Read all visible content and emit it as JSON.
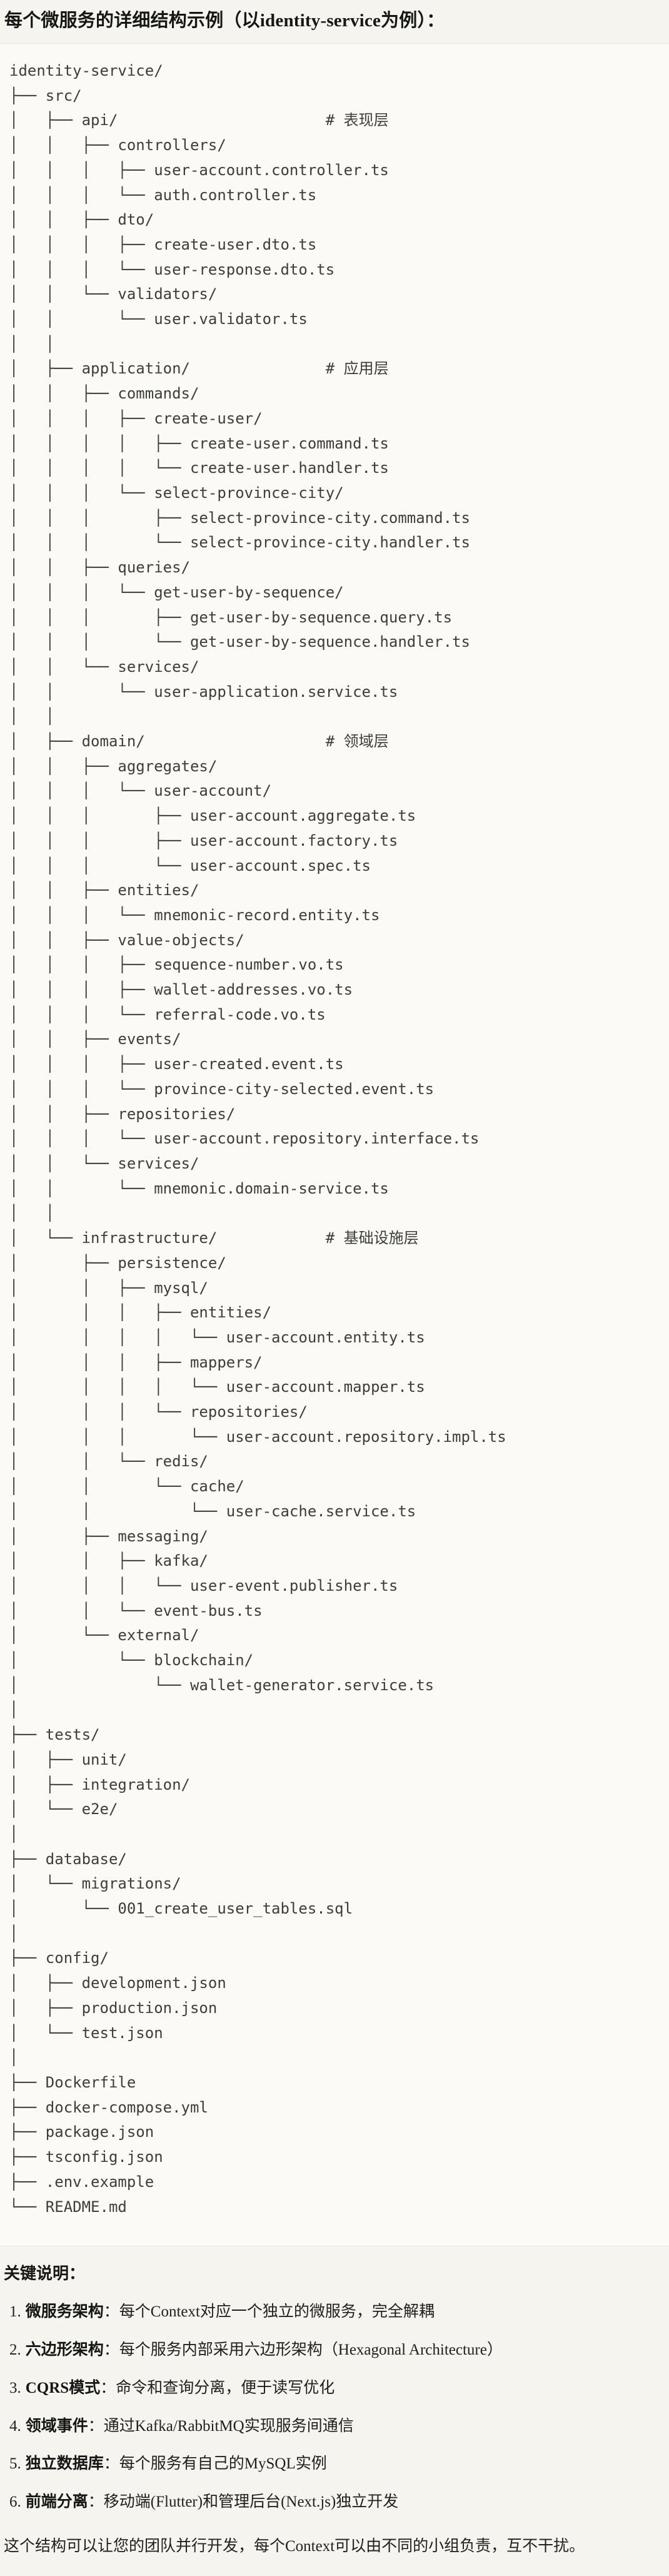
{
  "page": {
    "title": "每个微服务的详细结构示例（以identity-service为例）："
  },
  "tree": {
    "lines": [
      "identity-service/",
      "├── src/",
      "│   ├── api/                       # 表现层",
      "│   │   ├── controllers/",
      "│   │   │   ├── user-account.controller.ts",
      "│   │   │   └── auth.controller.ts",
      "│   │   ├── dto/",
      "│   │   │   ├── create-user.dto.ts",
      "│   │   │   └── user-response.dto.ts",
      "│   │   └── validators/",
      "│   │       └── user.validator.ts",
      "│   │",
      "│   ├── application/               # 应用层",
      "│   │   ├── commands/",
      "│   │   │   ├── create-user/",
      "│   │   │   │   ├── create-user.command.ts",
      "│   │   │   │   └── create-user.handler.ts",
      "│   │   │   └── select-province-city/",
      "│   │   │       ├── select-province-city.command.ts",
      "│   │   │       └── select-province-city.handler.ts",
      "│   │   ├── queries/",
      "│   │   │   └── get-user-by-sequence/",
      "│   │   │       ├── get-user-by-sequence.query.ts",
      "│   │   │       └── get-user-by-sequence.handler.ts",
      "│   │   └── services/",
      "│   │       └── user-application.service.ts",
      "│   │",
      "│   ├── domain/                    # 领域层",
      "│   │   ├── aggregates/",
      "│   │   │   └── user-account/",
      "│   │   │       ├── user-account.aggregate.ts",
      "│   │   │       ├── user-account.factory.ts",
      "│   │   │       └── user-account.spec.ts",
      "│   │   ├── entities/",
      "│   │   │   └── mnemonic-record.entity.ts",
      "│   │   ├── value-objects/",
      "│   │   │   ├── sequence-number.vo.ts",
      "│   │   │   ├── wallet-addresses.vo.ts",
      "│   │   │   └── referral-code.vo.ts",
      "│   │   ├── events/",
      "│   │   │   ├── user-created.event.ts",
      "│   │   │   └── province-city-selected.event.ts",
      "│   │   ├── repositories/",
      "│   │   │   └── user-account.repository.interface.ts",
      "│   │   └── services/",
      "│   │       └── mnemonic.domain-service.ts",
      "│   │",
      "│   └── infrastructure/            # 基础设施层",
      "│       ├── persistence/",
      "│       │   ├── mysql/",
      "│       │   │   ├── entities/",
      "│       │   │   │   └── user-account.entity.ts",
      "│       │   │   ├── mappers/",
      "│       │   │   │   └── user-account.mapper.ts",
      "│       │   │   └── repositories/",
      "│       │   │       └── user-account.repository.impl.ts",
      "│       │   └── redis/",
      "│       │       └── cache/",
      "│       │           └── user-cache.service.ts",
      "│       ├── messaging/",
      "│       │   ├── kafka/",
      "│       │   │   └── user-event.publisher.ts",
      "│       │   └── event-bus.ts",
      "│       └── external/",
      "│           └── blockchain/",
      "│               └── wallet-generator.service.ts",
      "│",
      "├── tests/",
      "│   ├── unit/",
      "│   ├── integration/",
      "│   └── e2e/",
      "│",
      "├── database/",
      "│   └── migrations/",
      "│       └── 001_create_user_tables.sql",
      "│",
      "├── config/",
      "│   ├── development.json",
      "│   ├── production.json",
      "│   └── test.json",
      "│",
      "├── Dockerfile",
      "├── docker-compose.yml",
      "├── package.json",
      "├── tsconfig.json",
      "├── .env.example",
      "└── README.md"
    ]
  },
  "notes": {
    "heading": "关键说明：",
    "items": [
      {
        "num": "1.",
        "label": "微服务架构",
        "rest": "：每个Context对应一个独立的微服务，完全解耦"
      },
      {
        "num": "2.",
        "label": "六边形架构",
        "rest": "：每个服务内部采用六边形架构（Hexagonal Architecture）"
      },
      {
        "num": "3.",
        "label": "CQRS模式",
        "rest": "：命令和查询分离，便于读写优化"
      },
      {
        "num": "4.",
        "label": "领域事件",
        "rest": "：通过Kafka/RabbitMQ实现服务间通信"
      },
      {
        "num": "5.",
        "label": "独立数据库",
        "rest": "：每个服务有自己的MySQL实例"
      },
      {
        "num": "6.",
        "label": "前端分离",
        "rest": "：移动端(Flutter)和管理后台(Next.js)独立开发"
      }
    ],
    "footer": "这个结构可以让您的团队并行开发，每个Context可以由不同的小组负责，互不干扰。"
  },
  "colors": {
    "page_background": "#f5f4ef",
    "code_background": "#fbfaf7",
    "code_border": "#e6e4dc",
    "tree_text": "#3d3d3a",
    "heading_text": "#161614"
  }
}
